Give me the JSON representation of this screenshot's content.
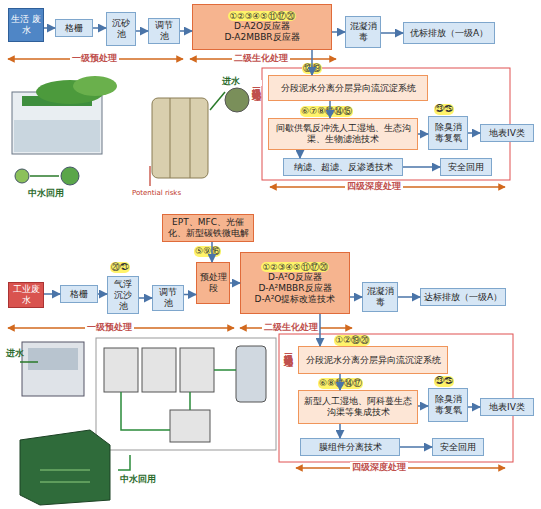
{
  "diagram": {
    "nodes": [
      {
        "text": [
          "生活 废水"
        ]
      },
      {
        "text": [
          "格栅"
        ]
      },
      {
        "text": [
          "沉砂池"
        ]
      },
      {
        "text": [
          "调节池"
        ]
      },
      {
        "text": [
          "①②③④⑤⑪⑰⑳",
          "D-A2O反应器",
          "D-A2MBBR反应器"
        ]
      },
      {
        "text": [
          "混凝消毒"
        ]
      },
      {
        "text": [
          "优标排放（一级A）"
        ]
      },
      {
        "text": [
          "分段泥水分离分层异向流沉淀系统"
        ]
      },
      {
        "text": [
          "间歇供氧反冲洗人工湿地、生态沟渠、生物滤池技术"
        ]
      },
      {
        "text": [
          "除臭消毒复氧"
        ]
      },
      {
        "text": [
          "地表IV类"
        ]
      },
      {
        "text": [
          "纳滤、超滤、反渗透技术"
        ]
      },
      {
        "text": [
          "安全回用"
        ]
      },
      {
        "text": [
          "工业废水"
        ]
      },
      {
        "text": [
          "格栅"
        ]
      },
      {
        "text": [
          "气浮沉沙池"
        ]
      },
      {
        "text": [
          "调节池"
        ]
      },
      {
        "text": [
          "EPT、MFC、光催化、新型碳铁微电解"
        ]
      },
      {
        "text": [
          "预处理段"
        ]
      },
      {
        "text": [
          "①②③④⑤⑪⑰⑳",
          "D-A²O反应器",
          "D-A²MBBR反应器",
          "D-A²O提标改造技术"
        ]
      },
      {
        "text": [
          "混凝消毒"
        ]
      },
      {
        "text": [
          "达标排放（一级A）"
        ]
      },
      {
        "text": [
          "分段泥水分离分层异向流沉淀系统"
        ]
      },
      {
        "text": [
          "新型人工湿地、阿科蔓生态沟渠等集成技术"
        ]
      },
      {
        "text": [
          "除臭消毒复氧"
        ]
      },
      {
        "text": [
          "地表IV类"
        ]
      },
      {
        "text": [
          "膜组件分离技术"
        ]
      },
      {
        "text": [
          "安全回用"
        ]
      }
    ],
    "edges": [
      {
        "from": 0,
        "to": 1,
        "arrow": "to"
      },
      {
        "from": 1,
        "to": 2,
        "arrow": "to"
      },
      {
        "from": 2,
        "to": 3,
        "arrow": "to"
      },
      {
        "from": 3,
        "to": 4,
        "arrow": "to"
      },
      {
        "from": 4,
        "to": 5,
        "arrow": "to"
      },
      {
        "from": 5,
        "to": 6,
        "arrow": "to"
      },
      {
        "from": 4,
        "to": 7,
        "arrow": "to"
      },
      {
        "from": 7,
        "to": 8,
        "arrow": "to"
      },
      {
        "from": 8,
        "to": 9,
        "arrow": "to"
      },
      {
        "from": 9,
        "to": 10,
        "arrow": "to"
      },
      {
        "from": 8,
        "to": 11,
        "arrow": "to"
      },
      {
        "from": 11,
        "to": 12,
        "arrow": "to"
      },
      {
        "from": 13,
        "to": 14,
        "arrow": "to"
      },
      {
        "from": 14,
        "to": 15,
        "arrow": "to"
      },
      {
        "from": 15,
        "to": 16,
        "arrow": "to"
      },
      {
        "from": 16,
        "to": 18,
        "arrow": "to"
      },
      {
        "from": 17,
        "to": 18,
        "arrow": "to"
      },
      {
        "from": 18,
        "to": 19,
        "arrow": "to"
      },
      {
        "from": 19,
        "to": 20,
        "arrow": "to"
      },
      {
        "from": 20,
        "to": 21,
        "arrow": "to"
      },
      {
        "from": 19,
        "to": 22,
        "arrow": "to"
      },
      {
        "from": 22,
        "to": 23,
        "arrow": "to"
      },
      {
        "from": 23,
        "to": 24,
        "arrow": "to"
      },
      {
        "from": 24,
        "to": 25,
        "arrow": "to"
      },
      {
        "from": 23,
        "to": 26,
        "arrow": "to"
      },
      {
        "from": 26,
        "to": 27,
        "arrow": "to"
      }
    ],
    "labels": [
      "一级预处理",
      "二级生化处理",
      "⑫⑲",
      "三级强化处理",
      "⑥⑦⑧⑬⑭⑮",
      "㉓㉕",
      "四级深度处理",
      "进水",
      "中水回用",
      "Potential risks",
      "⑳㉑",
      "⑤⑨⑯",
      "一级预处理",
      "二级生化处理",
      "①②⑲⑳",
      "三级强化处理",
      "⑥⑧⑬⑭⑰",
      "㉓㉕",
      "四级深度处理",
      "进水",
      "中水回用"
    ]
  }
}
